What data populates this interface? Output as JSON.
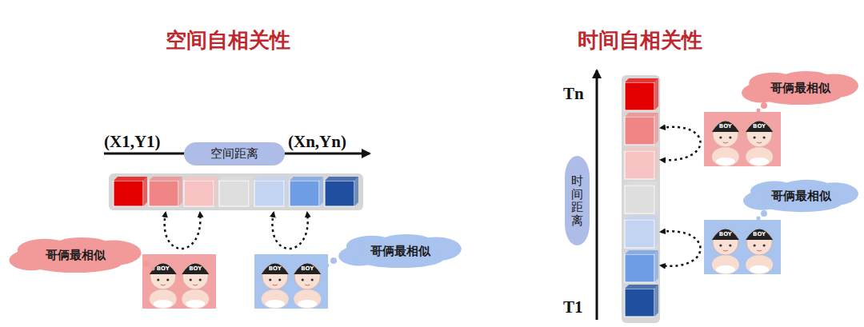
{
  "diagram": {
    "nodes": [
      {
        "text": [
          "空间距离"
        ]
      },
      {
        "text": [
          "哥俩最相似"
        ]
      },
      {
        "text": [
          "哥俩最相似"
        ]
      },
      {
        "text": [
          "时间距离"
        ]
      },
      {
        "text": [
          "哥俩最相似"
        ]
      },
      {
        "text": [
          "哥俩最相似"
        ]
      }
    ],
    "labels": [
      "空间自相关性",
      "时间自相关性",
      "(X1,Y1)",
      "(Xn,Yn)",
      "Tn",
      "T1",
      "BOY",
      "BOY",
      "BOY",
      "BOY",
      "BOY",
      "BOY",
      "BOY",
      "BOY"
    ]
  }
}
